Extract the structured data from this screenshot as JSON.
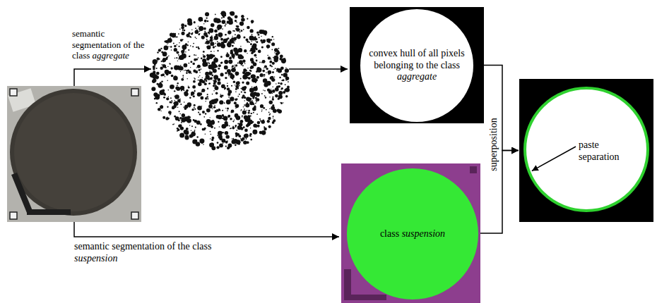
{
  "diagram": {
    "nodes": [
      {
        "text": [
          "convex hull of all pixels belonging to the class aggregate"
        ]
      },
      {
        "text": [
          "class suspension"
        ]
      },
      {
        "text": [
          "paste separation"
        ]
      }
    ],
    "edges": [
      {
        "from": 0,
        "to": 2,
        "arrow": "to"
      },
      {
        "from": 1,
        "to": 2,
        "arrow": "to"
      }
    ],
    "labels": [
      "semantic segmentation of the class aggregate",
      "semantic segmentation of the class suspension",
      "superposition"
    ]
  }
}
